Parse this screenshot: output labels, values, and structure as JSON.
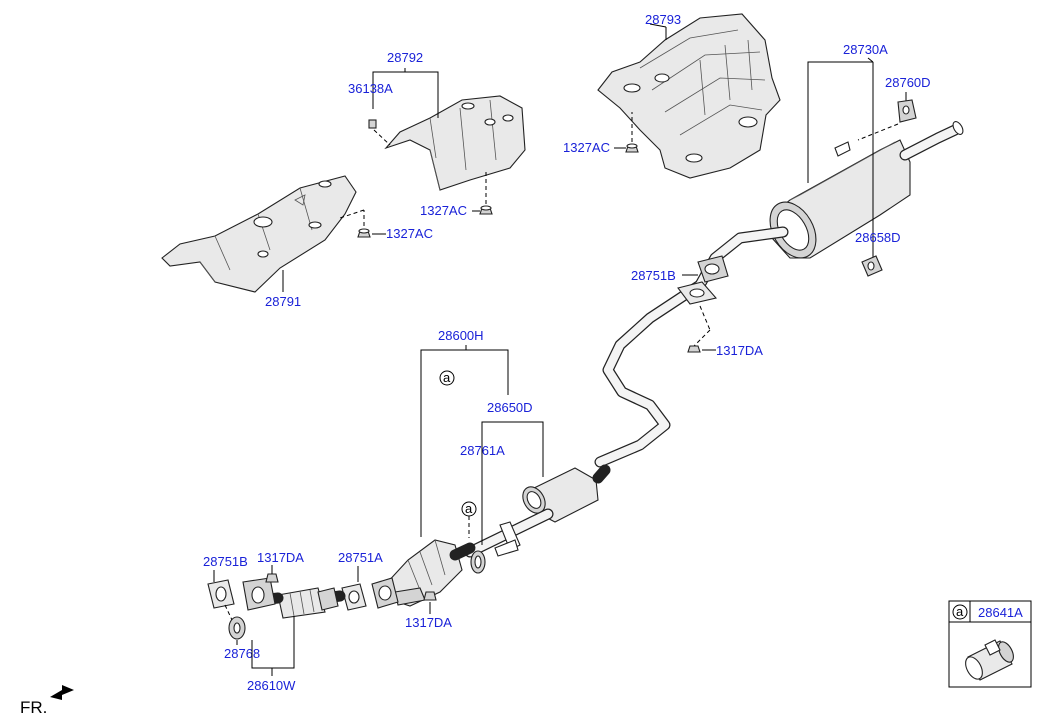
{
  "labels": {
    "p28793": "28793",
    "p28792": "28792",
    "p36138A": "36138A",
    "p1327AC_a": "1327AC",
    "p1327AC_b": "1327AC",
    "p1327AC_c": "1327AC",
    "p28791": "28791",
    "p28730A": "28730A",
    "p28760D": "28760D",
    "p28658D": "28658D",
    "p28751B_top": "28751B",
    "p1317DA_top": "1317DA",
    "p28600H": "28600H",
    "p28650D": "28650D",
    "p28761A": "28761A",
    "p28751B_left": "28751B",
    "p1317DA_left": "1317DA",
    "p28751A": "28751A",
    "p1317DA_bottom": "1317DA",
    "p28768": "28768",
    "p28610W": "28610W"
  },
  "callout": {
    "marker": "a",
    "part": "28641A"
  },
  "front_marker": "FR.",
  "colors": {
    "label": "#1a22d8",
    "line": "#000000",
    "part_fill": "#e9e9e9"
  }
}
